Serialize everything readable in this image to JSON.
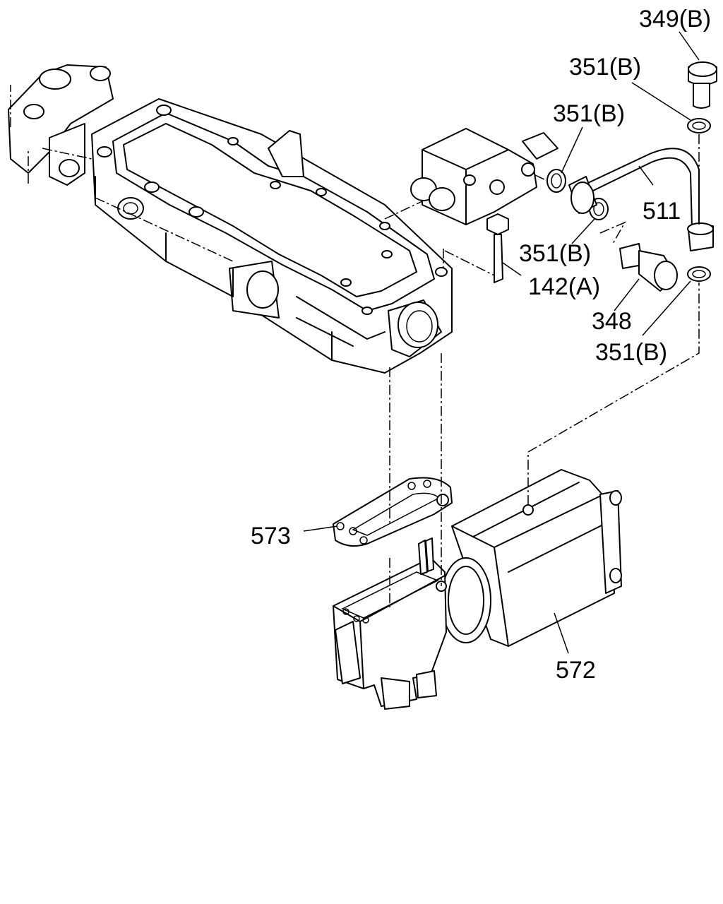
{
  "callouts": {
    "c349b": "349(B)",
    "c351b_top": "351(B)",
    "c351b_mid": "351(B)",
    "c511": "511",
    "c351b_low": "351(B)",
    "c142a": "142(A)",
    "c348": "348",
    "c351b_bot": "351(B)",
    "c573": "573",
    "c572": "572"
  }
}
